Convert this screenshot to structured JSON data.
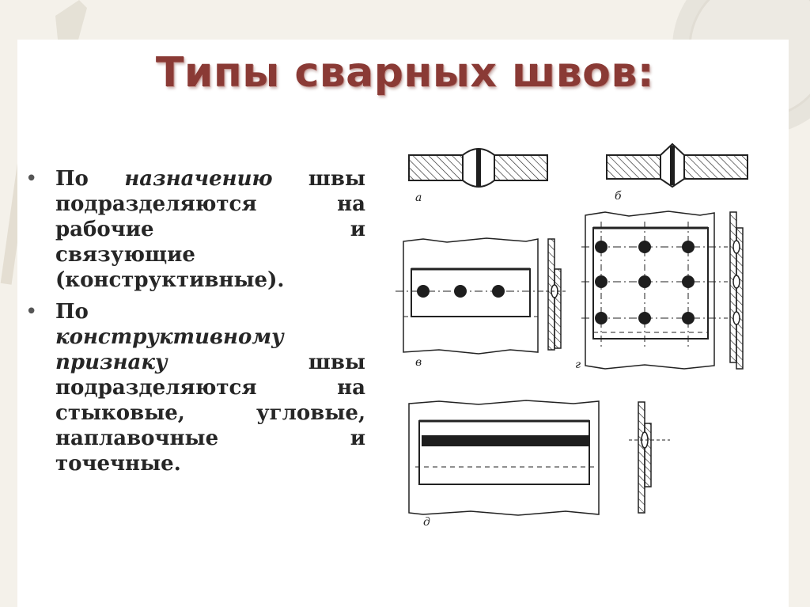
{
  "slide": {
    "title": "Типы сварных швов:"
  },
  "bullets": [
    {
      "lines": [
        {
          "parts": [
            "По ",
            "назначению",
            " швы"
          ],
          "italic": [
            false,
            true,
            false
          ]
        },
        {
          "parts": [
            "подразделяются на"
          ],
          "italic": [
            false
          ]
        },
        {
          "parts": [
            "рабочие и"
          ],
          "italic": [
            false
          ]
        },
        {
          "parts": [
            "связующие"
          ],
          "italic": [
            false
          ]
        },
        {
          "parts": [
            "(конструктивные)."
          ],
          "italic": [
            false
          ]
        }
      ]
    },
    {
      "lines": [
        {
          "parts": [
            "По"
          ],
          "italic": [
            false
          ]
        },
        {
          "parts": [
            "конструктивному"
          ],
          "italic": [
            true
          ]
        },
        {
          "parts": [
            "признаку",
            " швы"
          ],
          "italic": [
            true,
            false
          ]
        },
        {
          "parts": [
            "подразделяются на"
          ],
          "italic": [
            false
          ]
        },
        {
          "parts": [
            "стыковые, угловые,"
          ],
          "italic": [
            false
          ]
        },
        {
          "parts": [
            "наплавочные и"
          ],
          "italic": [
            false
          ]
        },
        {
          "parts": [
            "точечные."
          ],
          "italic": [
            false
          ]
        }
      ]
    }
  ],
  "figure": {
    "labels": {
      "a": "а",
      "b": "б",
      "v": "в",
      "g": "г",
      "d": "д"
    }
  },
  "colors": {
    "title": "#8a3a35",
    "text": "#262626",
    "weld": "#1e1e1e"
  }
}
